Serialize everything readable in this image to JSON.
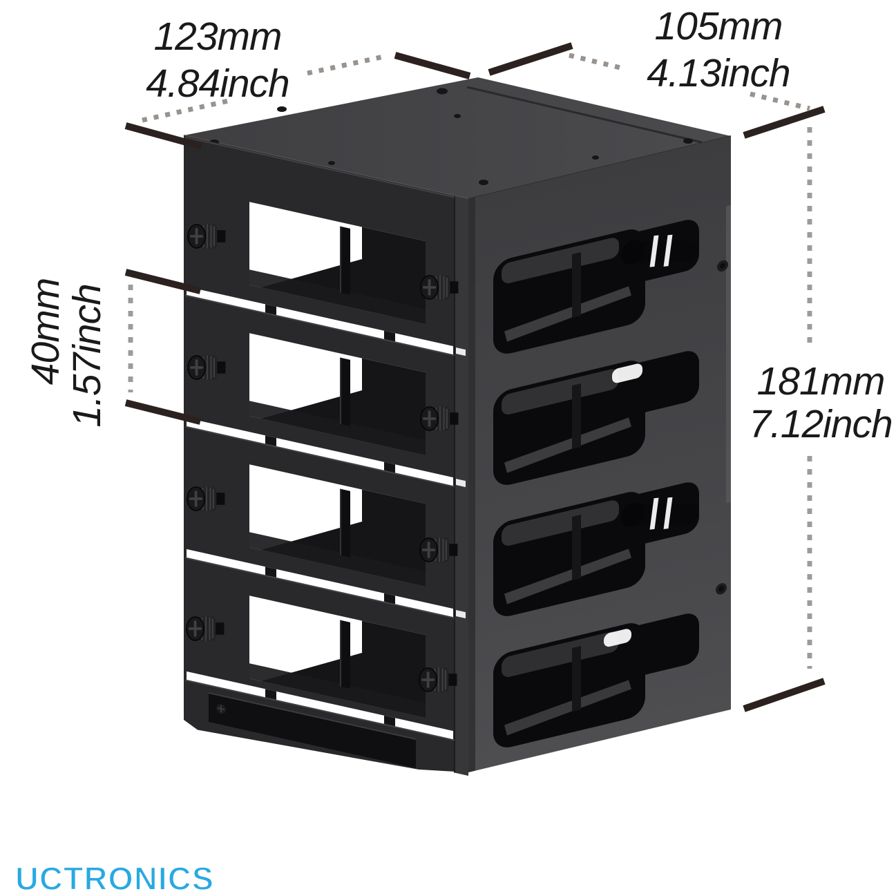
{
  "product": {
    "type": "stackable rack enclosure (isometric render)",
    "levels": 4,
    "thumbscrews_visible": 8,
    "body_color": "#29292b",
    "right_face_color": "#454548",
    "top_face_color": "#454548"
  },
  "dimensions": {
    "width": {
      "mm": "123mm",
      "inch": "4.84inch"
    },
    "depth": {
      "mm": "105mm",
      "inch": "4.13inch"
    },
    "pitch": {
      "mm": "40mm",
      "inch": "1.57inch"
    },
    "height": {
      "mm": "181mm",
      "inch": "7.12inch"
    }
  },
  "annotation": {
    "tick_color": "#2b2220",
    "dash_color": "#98938f",
    "text_color": "#1a1a1a"
  },
  "brand": {
    "logo_text": "UCTRONICS",
    "logo_color": "#29A9E1"
  }
}
